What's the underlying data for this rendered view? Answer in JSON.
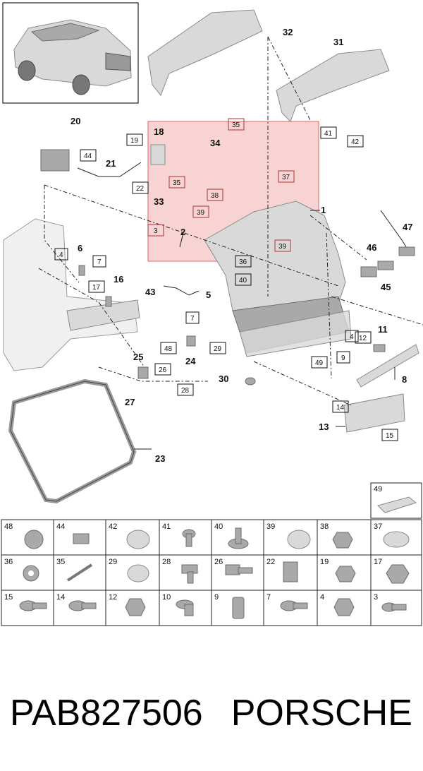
{
  "diagram": {
    "callouts": [
      "1",
      "2",
      "5",
      "6",
      "8",
      "11",
      "13",
      "16",
      "18",
      "20",
      "21",
      "23",
      "24",
      "25",
      "27",
      "30",
      "31",
      "32",
      "33",
      "34",
      "43",
      "45",
      "46",
      "47"
    ],
    "boxed": [
      "3",
      "4",
      "7",
      "12",
      "14",
      "15",
      "17",
      "19",
      "22",
      "26",
      "28",
      "29",
      "35",
      "36",
      "37",
      "38",
      "39",
      "40",
      "41",
      "42",
      "44",
      "48",
      "49"
    ],
    "highlight_color": "#f4b6b6"
  },
  "legend": {
    "top_single": "49",
    "row1": [
      "48",
      "44",
      "42",
      "41",
      "40",
      "39",
      "38",
      "37"
    ],
    "row2": [
      "36",
      "35",
      "29",
      "28",
      "26",
      "22",
      "19",
      "17"
    ],
    "row3": [
      "15",
      "14",
      "12",
      "10",
      "9",
      "7",
      "4",
      "3"
    ]
  },
  "caption": {
    "left": "PAB827506",
    "right": "PORSCHE"
  }
}
